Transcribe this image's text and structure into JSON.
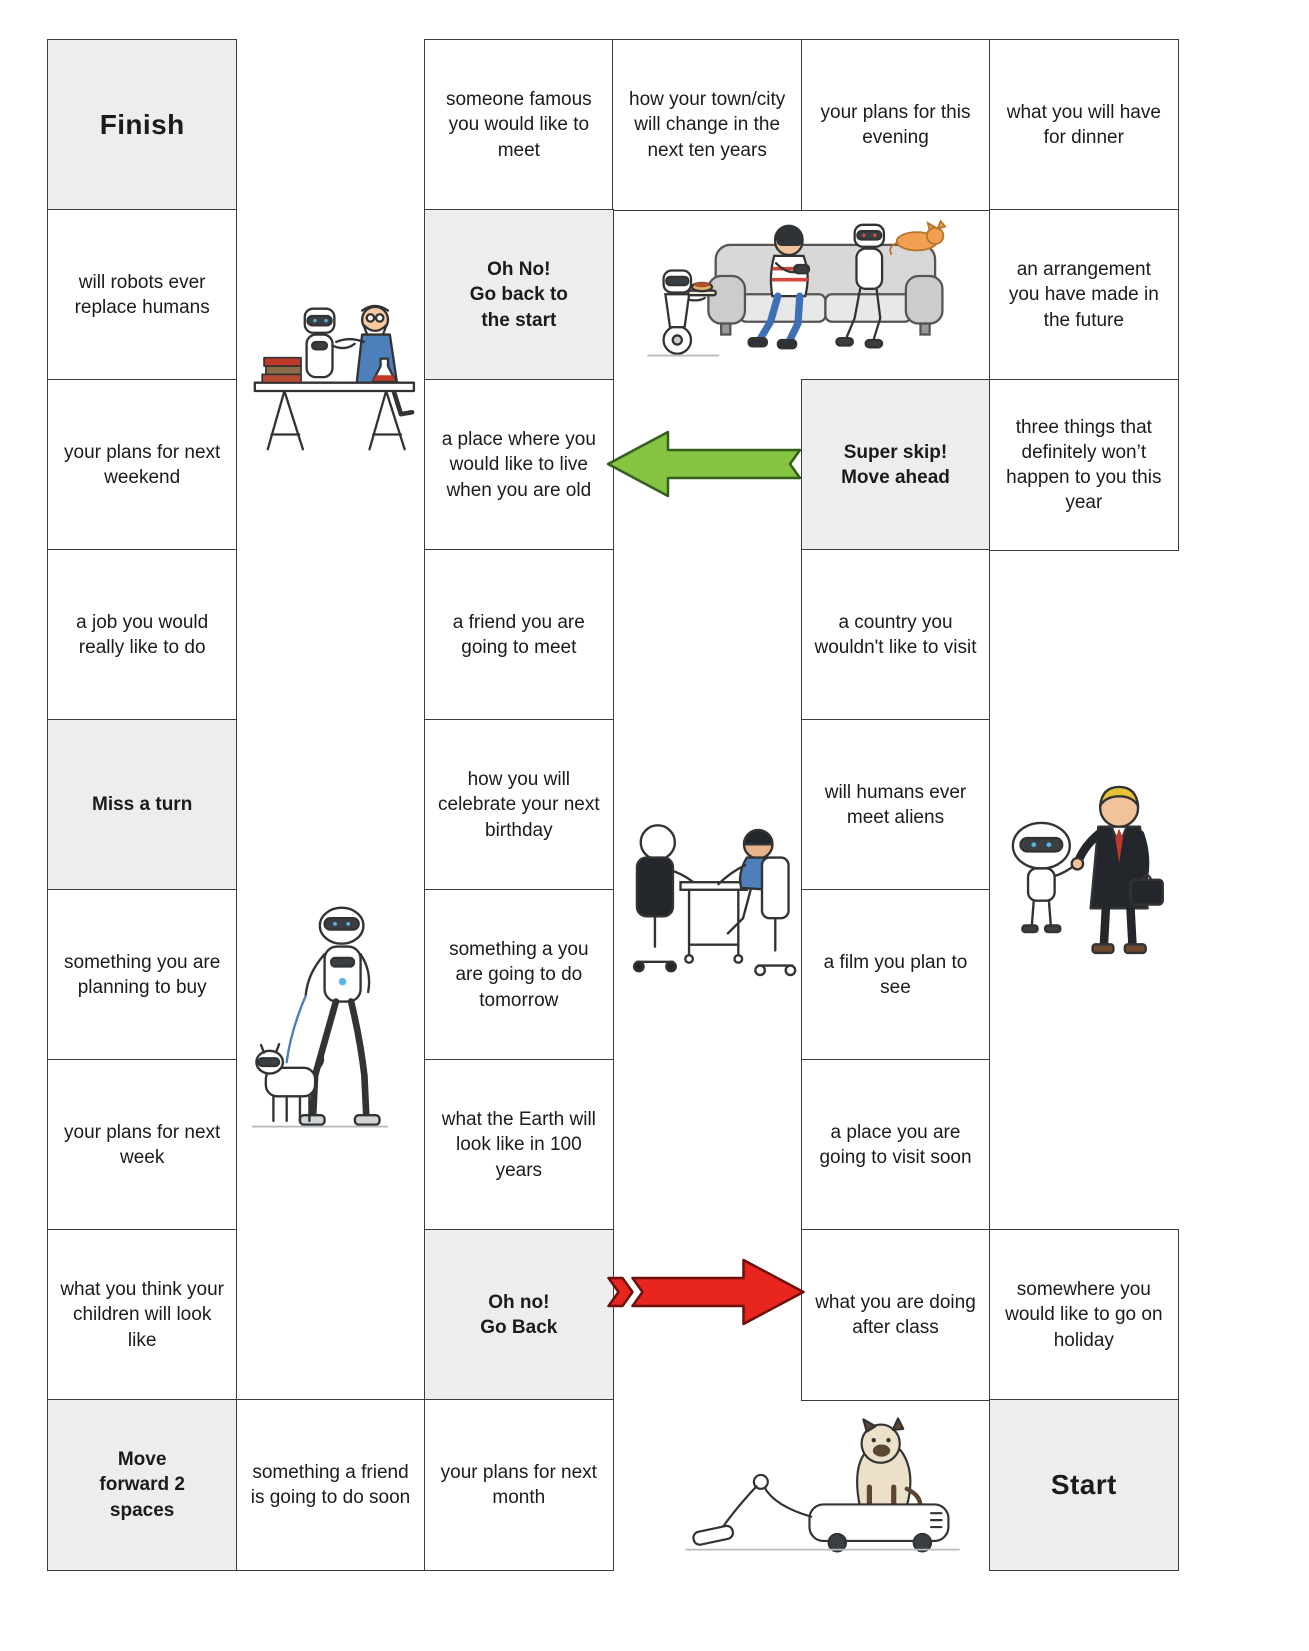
{
  "board": {
    "colors": {
      "cell_border": "#3c3c3c",
      "special_cell_bg": "#ededed",
      "green_arrow": "#85c440",
      "green_arrow_outline": "#355f1f",
      "red_arrow": "#e8251f",
      "red_arrow_outline": "#6b100c"
    },
    "icons": [
      {
        "name": "robot-and-scientist-illustration"
      },
      {
        "name": "vr-couch-scene-illustration"
      },
      {
        "name": "green-arrow-left-icon"
      },
      {
        "name": "interview-desk-illustration"
      },
      {
        "name": "robot-human-handshake-illustration"
      },
      {
        "name": "robot-walking-dog-illustration"
      },
      {
        "name": "red-arrow-right-icon"
      },
      {
        "name": "robot-vacuum-cat-illustration"
      }
    ],
    "cells": [
      {
        "row": 1,
        "col": 1,
        "kind": "finish",
        "text": "Finish"
      },
      {
        "row": 1,
        "col": 3,
        "kind": "normal",
        "text": "someone famous you would like to meet"
      },
      {
        "row": 1,
        "col": 4,
        "kind": "normal",
        "text": "how your town/city will change in the next ten years"
      },
      {
        "row": 1,
        "col": 5,
        "kind": "normal",
        "text": "your plans for this evening"
      },
      {
        "row": 1,
        "col": 6,
        "kind": "normal",
        "text": "what you will have for dinner"
      },
      {
        "row": 2,
        "col": 1,
        "kind": "normal",
        "text": "will robots ever replace humans"
      },
      {
        "row": 2,
        "col": 3,
        "kind": "special",
        "text": "Oh No!\nGo back to\nthe start"
      },
      {
        "row": 2,
        "col": 6,
        "kind": "normal",
        "text": "an arrangement you have made in the future"
      },
      {
        "row": 3,
        "col": 1,
        "kind": "normal",
        "text": "your plans for next weekend"
      },
      {
        "row": 3,
        "col": 3,
        "kind": "normal",
        "text": "a place where you would like to live when you are old"
      },
      {
        "row": 3,
        "col": 5,
        "kind": "special",
        "text": "Super skip!\nMove ahead"
      },
      {
        "row": 3,
        "col": 6,
        "kind": "normal",
        "text": "three things that definitely won’t happen to you this year"
      },
      {
        "row": 4,
        "col": 1,
        "kind": "normal",
        "text": "a job you would really like to do"
      },
      {
        "row": 4,
        "col": 3,
        "kind": "normal",
        "text": "a friend you are going to meet"
      },
      {
        "row": 4,
        "col": 5,
        "kind": "normal",
        "text": "a country you wouldn't like to visit"
      },
      {
        "row": 5,
        "col": 1,
        "kind": "special",
        "text": "Miss a turn"
      },
      {
        "row": 5,
        "col": 3,
        "kind": "normal",
        "text": "how you will celebrate your next birthday"
      },
      {
        "row": 5,
        "col": 5,
        "kind": "normal",
        "text": "will humans ever meet aliens"
      },
      {
        "row": 6,
        "col": 1,
        "kind": "normal",
        "text": "something you are planning to buy"
      },
      {
        "row": 6,
        "col": 3,
        "kind": "normal",
        "text": "something a you are going to do tomorrow"
      },
      {
        "row": 6,
        "col": 5,
        "kind": "normal",
        "text": "a film you plan to see"
      },
      {
        "row": 7,
        "col": 1,
        "kind": "normal",
        "text": "your plans for next week"
      },
      {
        "row": 7,
        "col": 3,
        "kind": "normal",
        "text": "what the Earth will look like in 100 years"
      },
      {
        "row": 7,
        "col": 5,
        "kind": "normal",
        "text": "a place you are going to visit soon"
      },
      {
        "row": 8,
        "col": 1,
        "kind": "normal",
        "text": "what you think your children will look like"
      },
      {
        "row": 8,
        "col": 3,
        "kind": "special",
        "text": "Oh no!\nGo Back"
      },
      {
        "row": 8,
        "col": 5,
        "kind": "normal",
        "text": "what you are doing after class"
      },
      {
        "row": 8,
        "col": 6,
        "kind": "normal",
        "text": "somewhere you would like to go on holiday"
      },
      {
        "row": 9,
        "col": 1,
        "kind": "special",
        "text": "Move\nforward 2\nspaces"
      },
      {
        "row": 9,
        "col": 2,
        "kind": "normal",
        "text": "something a friend is going to do soon"
      },
      {
        "row": 9,
        "col": 3,
        "kind": "normal",
        "text": "your plans for next month"
      },
      {
        "row": 9,
        "col": 6,
        "kind": "start",
        "text": "Start"
      }
    ]
  }
}
